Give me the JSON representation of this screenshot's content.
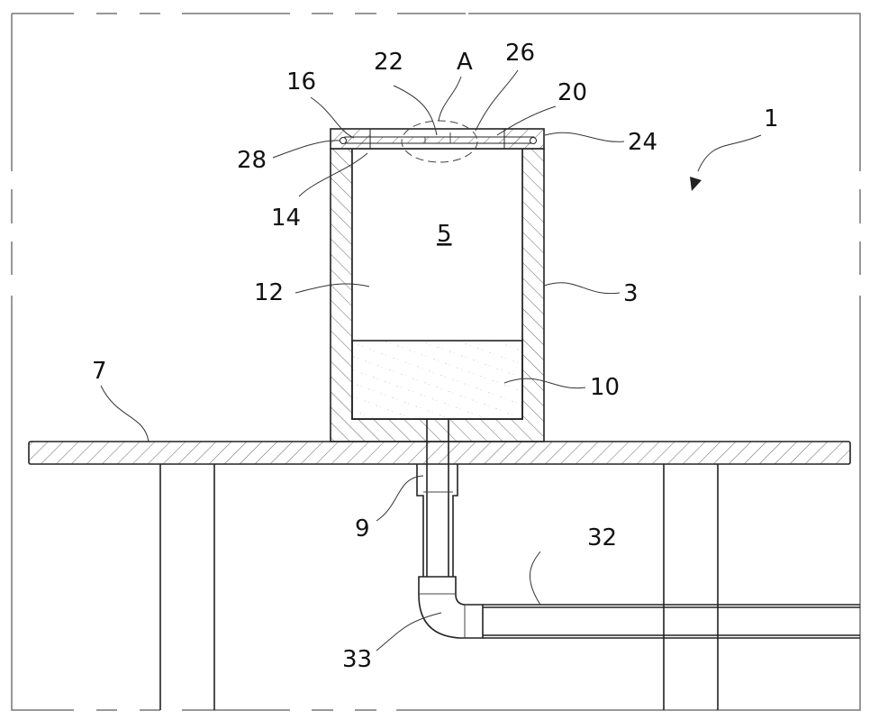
{
  "figure": {
    "type": "patent-cross-section",
    "labels": {
      "assembly": "1",
      "housing": "3",
      "chamber": "5",
      "plate": "7",
      "drain_fitting": "9",
      "filler": "10",
      "inner_wall": "12",
      "edge": "14",
      "seal_groove": "16",
      "cover": "20",
      "center_part": "22",
      "ring": "24",
      "lid_gap": "26",
      "o_ring": "28",
      "pipe": "32",
      "elbow": "33",
      "detail": "A"
    }
  }
}
